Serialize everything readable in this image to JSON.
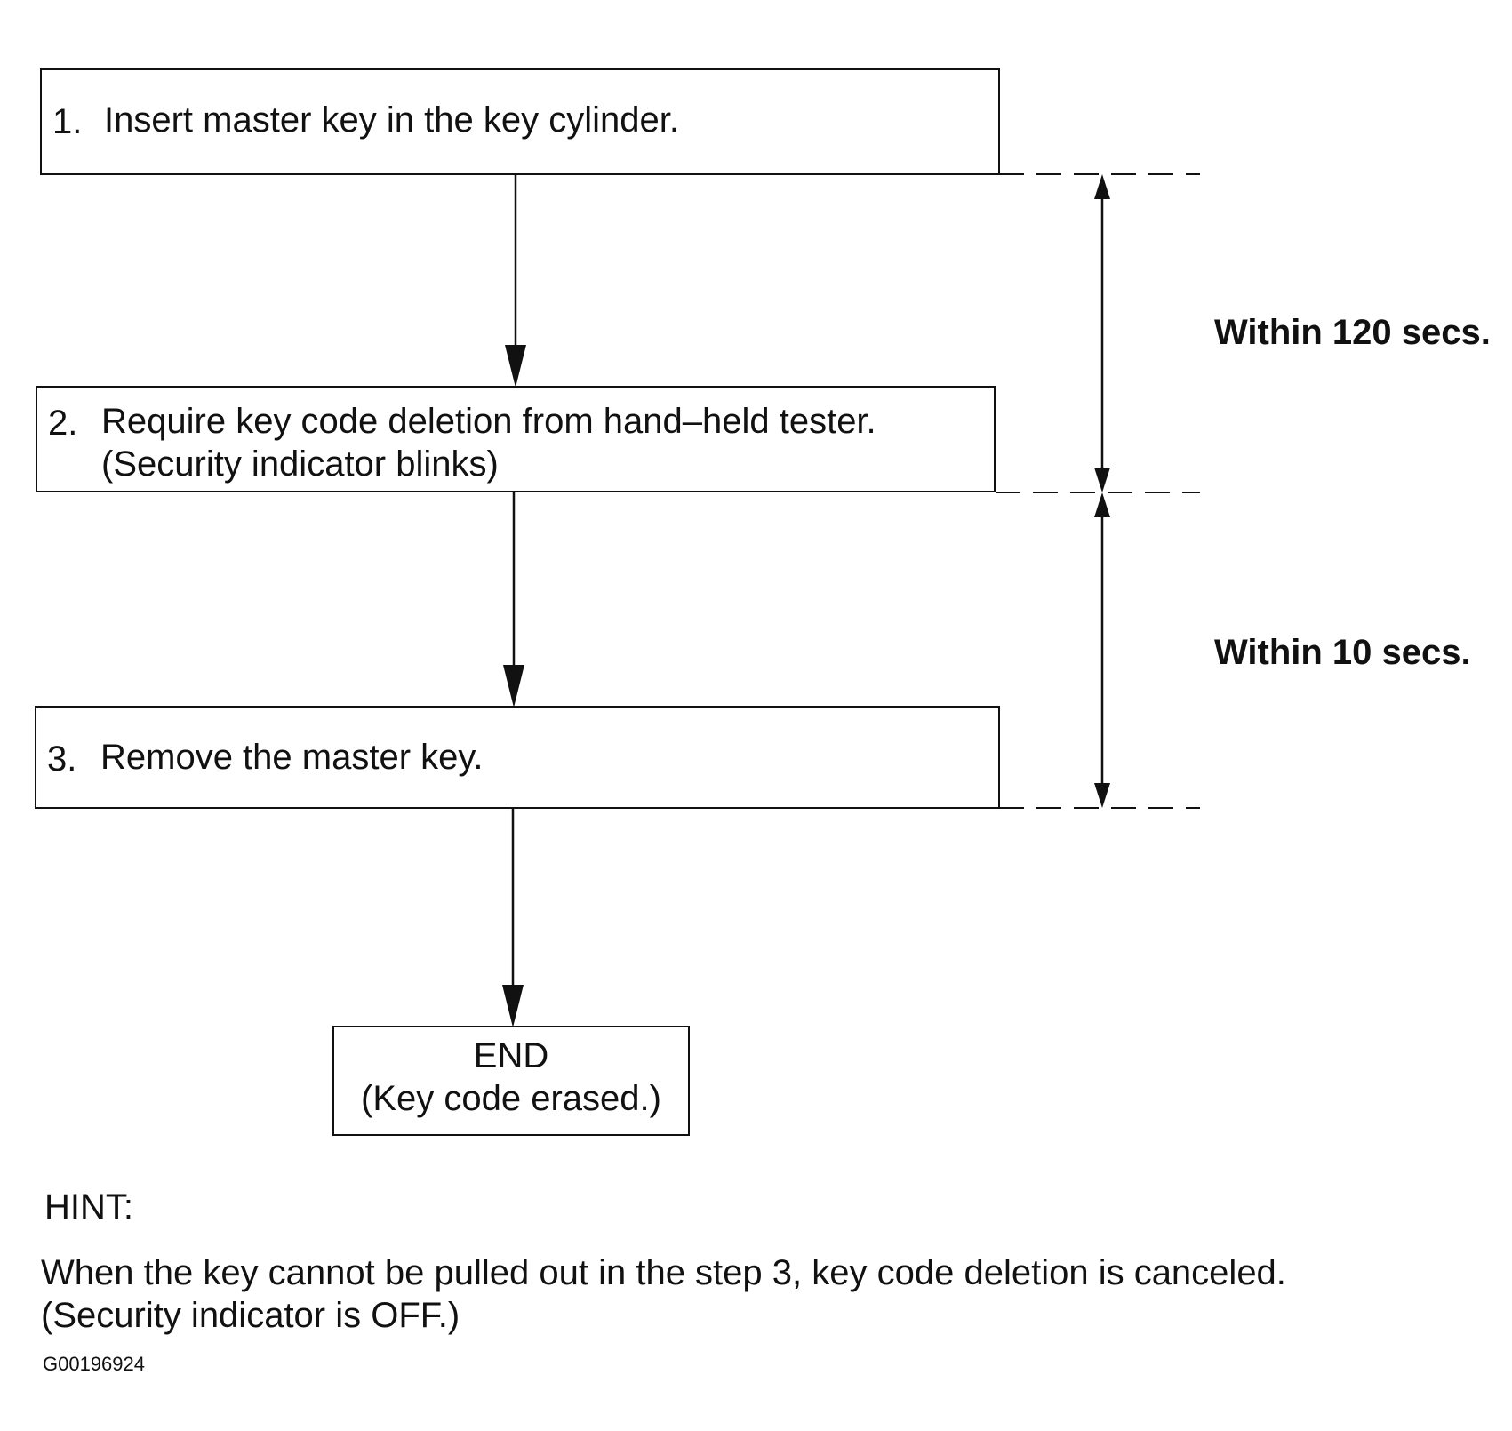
{
  "steps": [
    {
      "num": "1.",
      "line1": "Insert master key in the key cylinder.",
      "line2": ""
    },
    {
      "num": "2.",
      "line1": "Require key code deletion from hand–held tester.",
      "line2": "(Security indicator blinks)"
    },
    {
      "num": "3.",
      "line1": "Remove the master key.",
      "line2": ""
    }
  ],
  "end": {
    "title": "END",
    "subtitle": "(Key code erased.)"
  },
  "timings": {
    "first": "Within 120 secs.",
    "second": "Within 10 secs."
  },
  "hint": {
    "label": "HINT:",
    "line1": "When the key cannot be pulled out in the step 3, key code deletion is canceled.",
    "line2": "(Security indicator is OFF.)"
  },
  "figure_code": "G00196924"
}
